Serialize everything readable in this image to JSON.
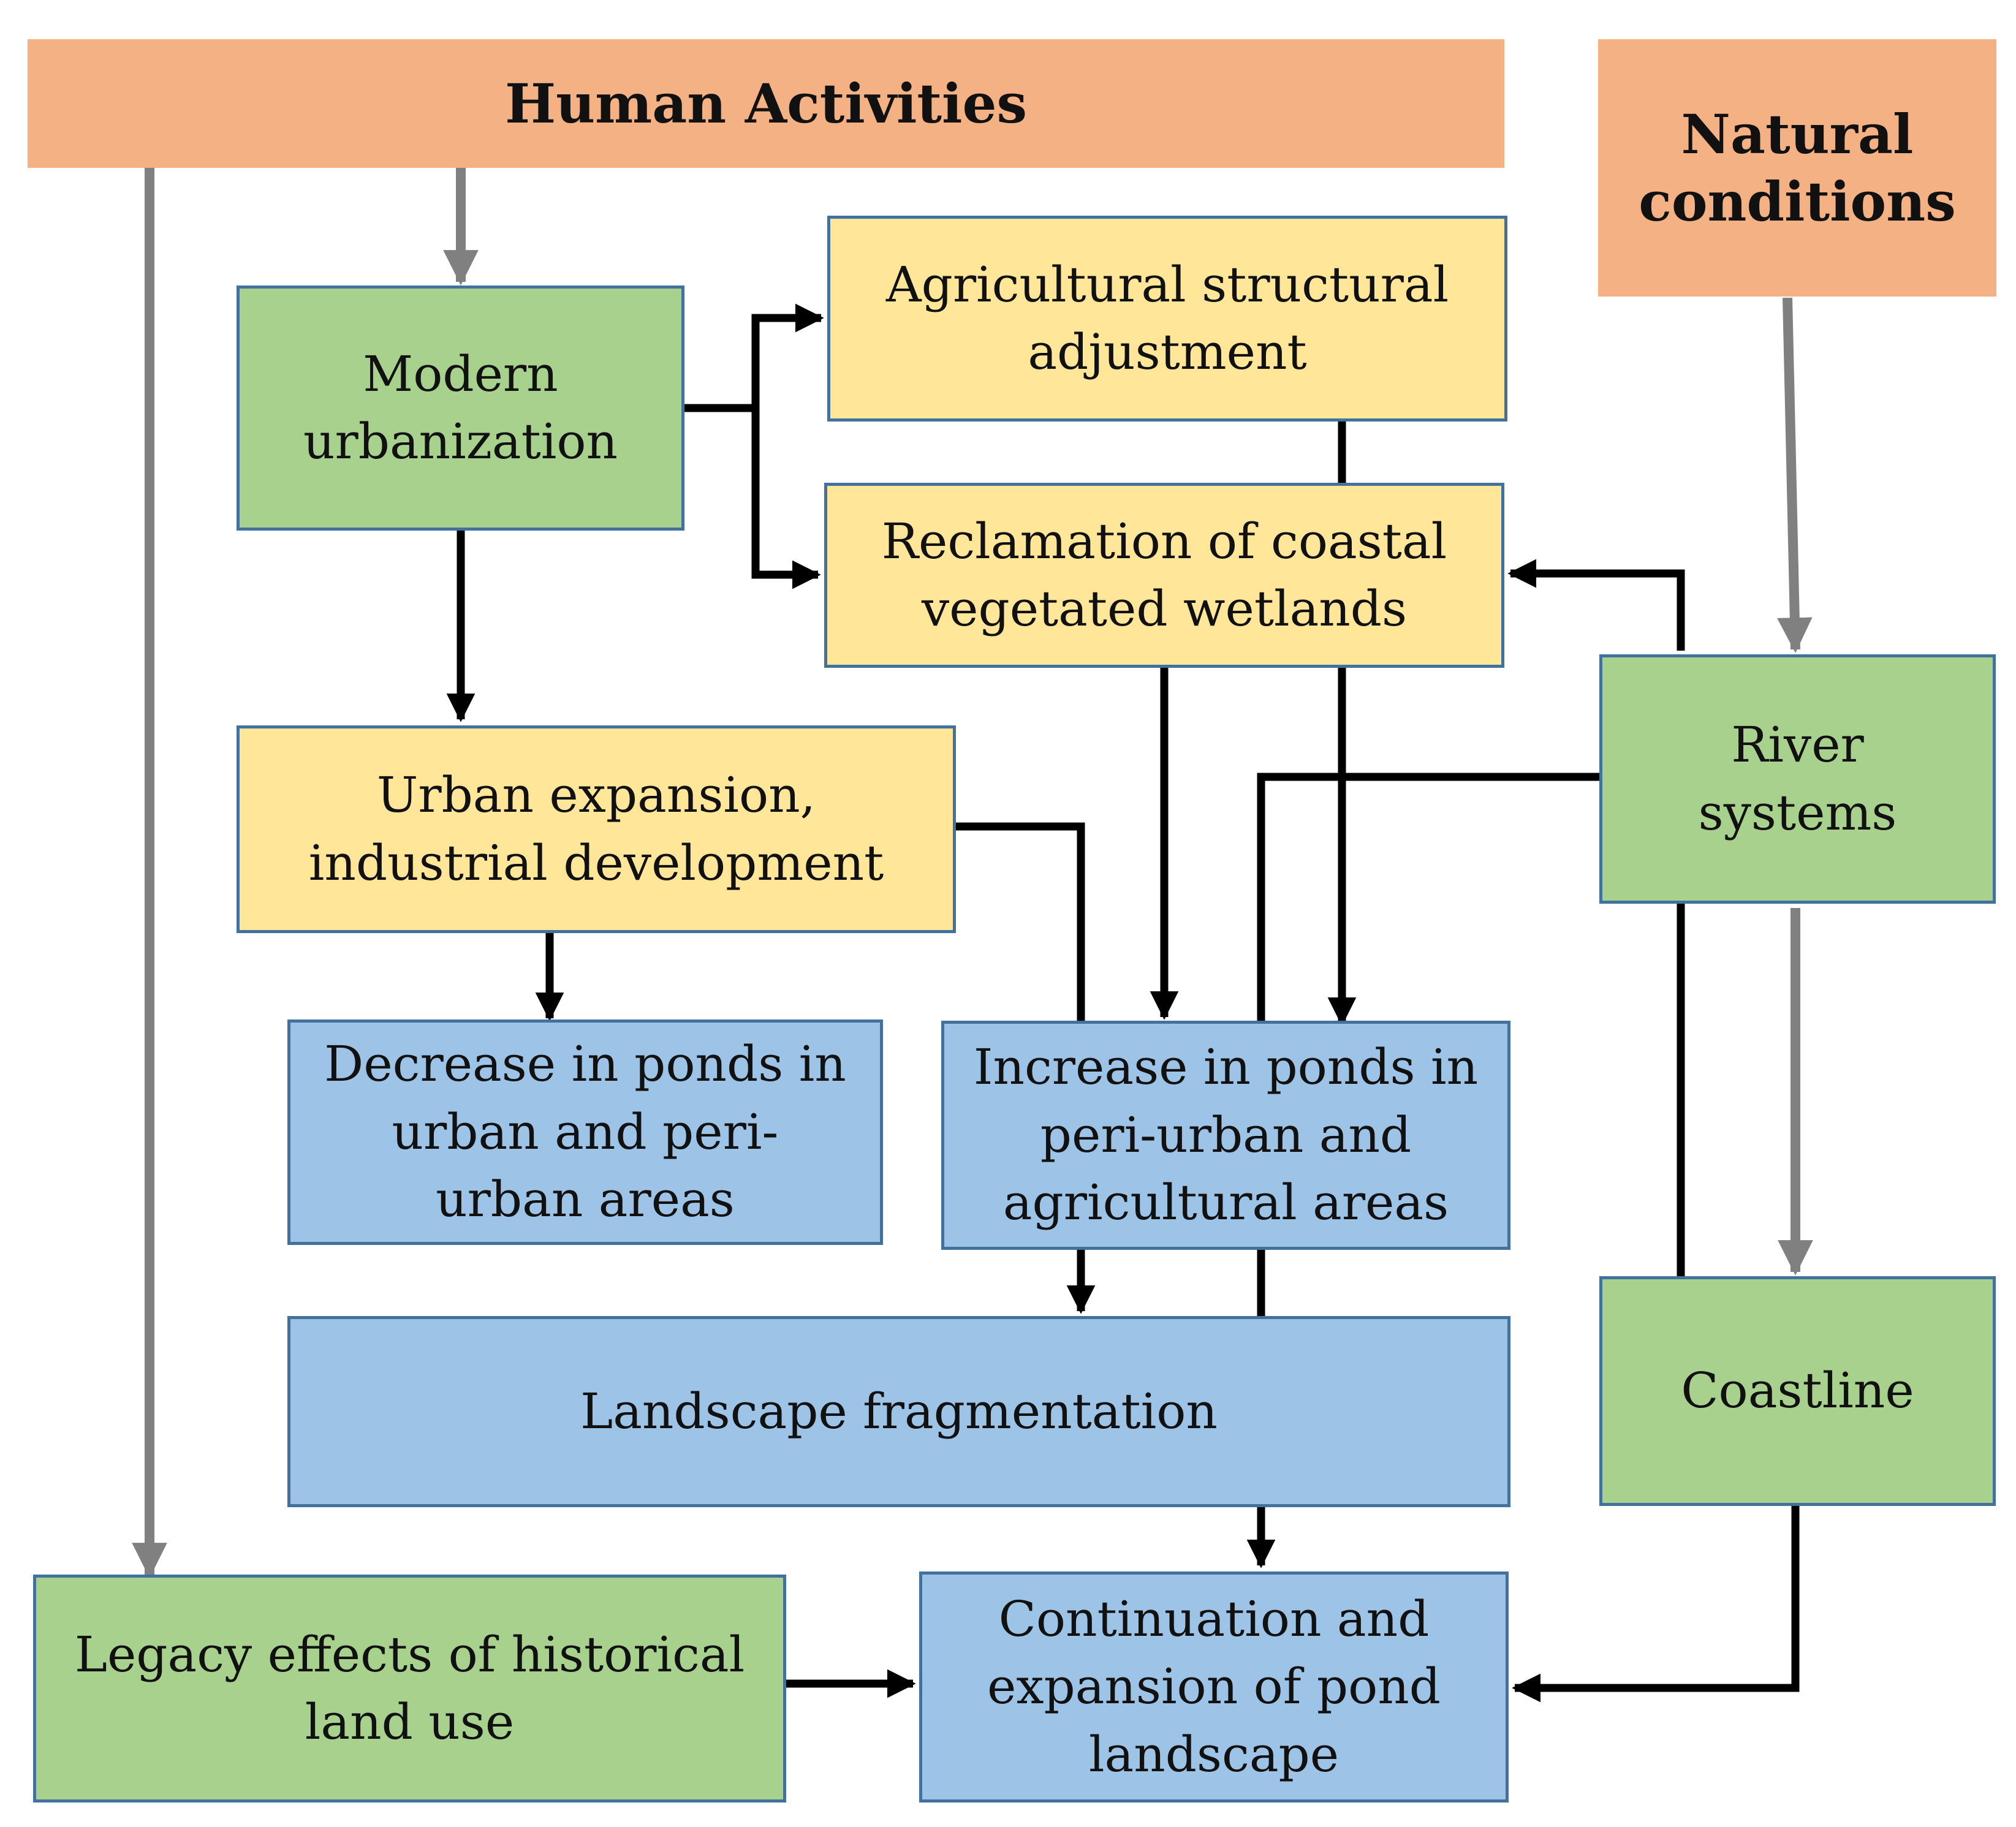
{
  "nodes": {
    "human_activities": "Human Activities",
    "natural_conditions": "Natural\nconditions",
    "modern_urbanization": "Modern\nurbanization",
    "agricultural_adjustment": "Agricultural structural\nadjustment",
    "reclamation": "Reclamation of coastal\nvegetated wetlands",
    "urban_expansion": "Urban expansion,\nindustrial development",
    "river_systems": "River\nsystems",
    "decrease_ponds": "Decrease in ponds in\nurban and peri-\nurban areas",
    "increase_ponds": "Increase in ponds in\nperi-urban and\nagricultural areas",
    "landscape_fragmentation": "Landscape fragmentation",
    "coastline": "Coastline",
    "legacy_effects": "Legacy effects of historical\nland use",
    "continuation": "Continuation and\nexpansion of pond\nlandscape"
  },
  "colors": {
    "driver": "#f4b183",
    "factor": "#a9d18e",
    "process": "#ffe699",
    "outcome": "#9dc3e6",
    "box_border": "#41719c",
    "arrow_black": "#000000",
    "arrow_gray": "#808080"
  }
}
